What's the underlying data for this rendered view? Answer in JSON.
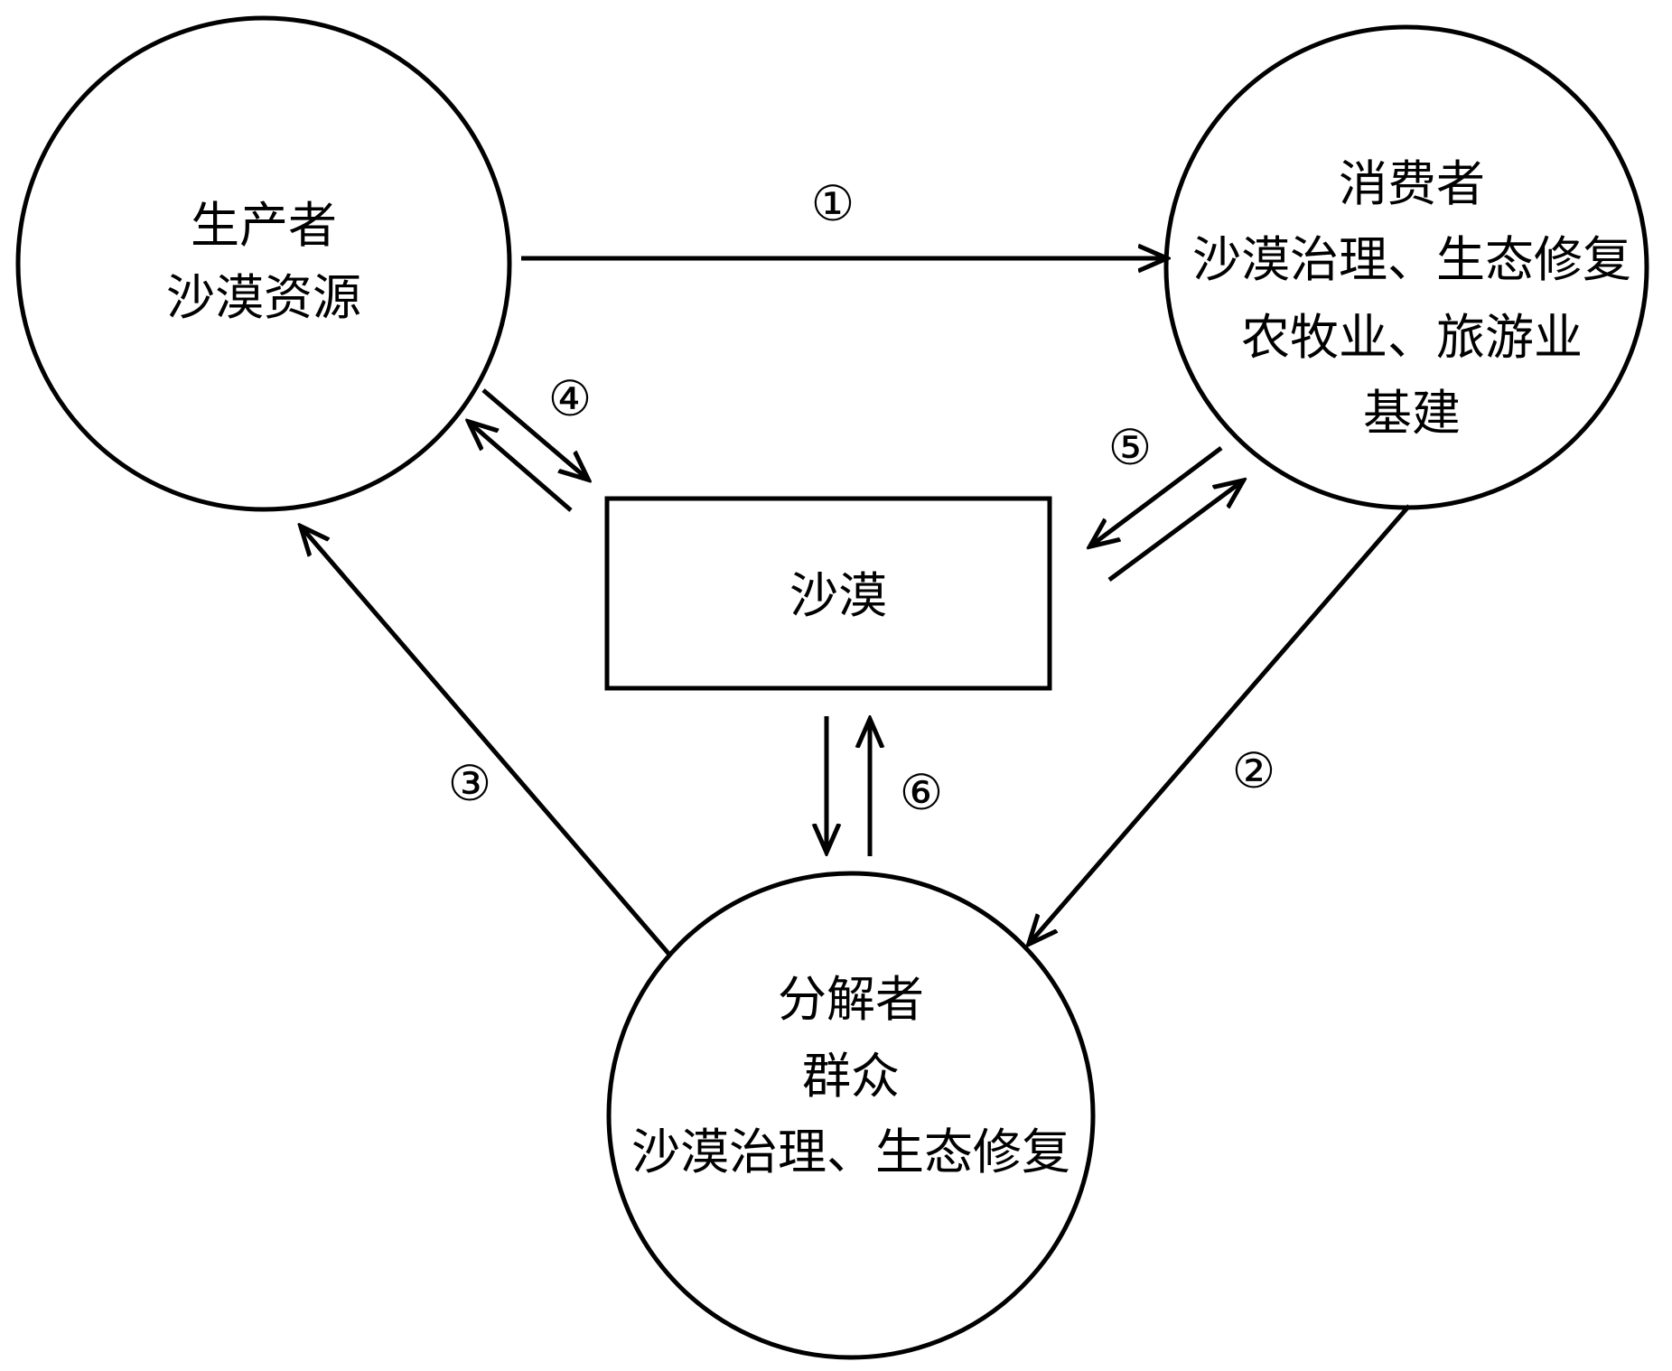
{
  "nodes": {
    "producer": {
      "lines": [
        "生产者",
        "沙漠资源"
      ]
    },
    "consumer": {
      "lines": [
        "消费者",
        "沙漠治理、生态修复",
        "农牧业、旅游业",
        "基建"
      ]
    },
    "decomposer": {
      "lines": [
        "分解者",
        "群众",
        "沙漠治理、生态修复"
      ]
    },
    "desert": {
      "lines": [
        "沙漠"
      ]
    }
  },
  "edge_labels": {
    "e1": "①",
    "e2": "②",
    "e3": "③",
    "e4": "④",
    "e5": "⑤",
    "e6": "⑥"
  }
}
